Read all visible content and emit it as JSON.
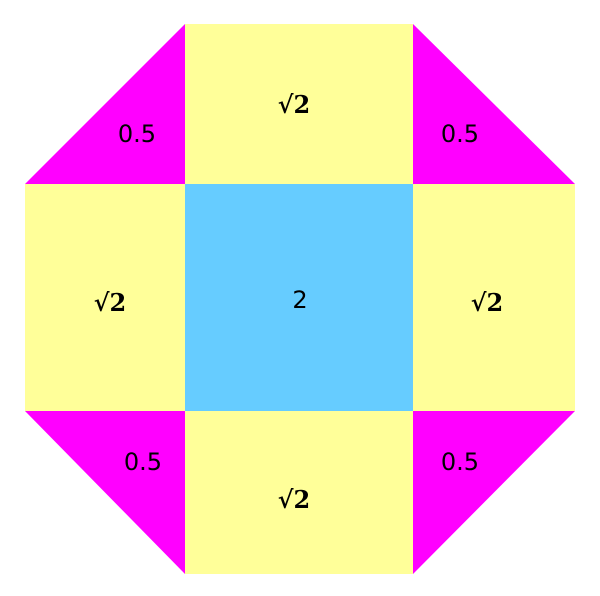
{
  "colors": {
    "corner_triangle": "#ff00ff",
    "side_rectangle": "#ffff99",
    "center_square": "#66ccff",
    "background": "#ffffff"
  },
  "labels": {
    "triangle_top_left": "0.5",
    "triangle_top_right": "0.5",
    "triangle_bottom_left": "0.5",
    "triangle_bottom_right": "0.5",
    "rect_top": "√2",
    "rect_left": "√2",
    "rect_right": "√2",
    "rect_bottom": "√2",
    "center_square": "2"
  }
}
